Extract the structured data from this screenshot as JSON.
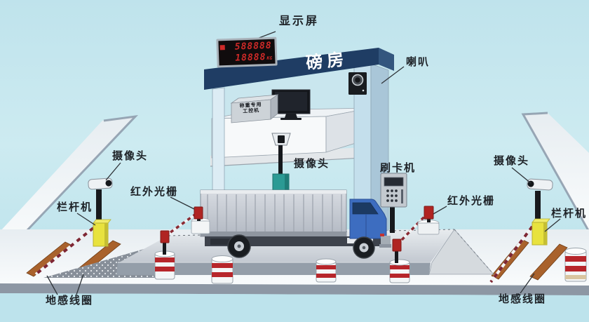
{
  "diagram": {
    "labels": {
      "display_screen": "显示屏",
      "weigh_house": "磅房",
      "speaker": "喇叭",
      "camera": "摄像头",
      "card_reader": "刷卡机",
      "infrared_grating": "红外光栅",
      "barrier_gate": "栏杆机",
      "ground_coil": "地感线圈",
      "industrial_pc": "称重专用\n工控机"
    },
    "led_display": {
      "line1": "588888",
      "line2": "18888",
      "unit": "KG"
    },
    "colors": {
      "background": "#c2e5ee",
      "roof_navy": "#1f3d64",
      "digit_red": "#cf2a28",
      "barrier_yellow": "#e8e23e",
      "coil_brown": "#a9622c",
      "truck_cab_blue": "#3d6dc0",
      "camera_teal": "#2b9a94",
      "drum_red": "#b7262b"
    }
  }
}
